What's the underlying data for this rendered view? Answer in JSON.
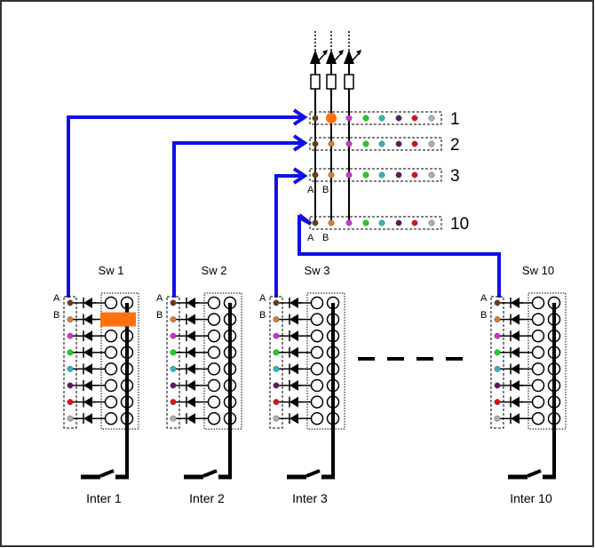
{
  "diagram": {
    "title": "LED matrix switching diagram",
    "colors": {
      "bus": "#1010e8",
      "wire": "#000000",
      "highlight": "#ff7010",
      "background": "#ffffff",
      "border": "#333333"
    },
    "led_colors": [
      {
        "name": "brown",
        "hex": "#6b3a1e"
      },
      {
        "name": "orange",
        "hex": "#e87722"
      },
      {
        "name": "magenta",
        "hex": "#d030d0"
      },
      {
        "name": "green",
        "hex": "#20d020"
      },
      {
        "name": "cyan",
        "hex": "#30b8b8"
      },
      {
        "name": "purple",
        "hex": "#601860"
      },
      {
        "name": "red",
        "hex": "#e01010"
      },
      {
        "name": "grey",
        "hex": "#b0b0b0"
      }
    ],
    "rows": [
      {
        "label": "1",
        "highlight_index": 1,
        "show_ab": false
      },
      {
        "label": "2",
        "highlight_index": null,
        "show_ab": false
      },
      {
        "label": "3",
        "highlight_index": null,
        "show_ab": true
      },
      {
        "label": "10",
        "highlight_index": null,
        "show_ab": true
      }
    ],
    "row_ab_labels": {
      "a": "A",
      "b": "B"
    },
    "switches": [
      {
        "label": "Sw 1",
        "inter_label": "Inter 1",
        "row_target": "1",
        "highlighted_channel": 1
      },
      {
        "label": "Sw 2",
        "inter_label": "Inter 2",
        "row_target": "2",
        "highlighted_channel": null
      },
      {
        "label": "Sw 3",
        "inter_label": "Inter 3",
        "row_target": "3",
        "highlighted_channel": null
      },
      {
        "label": "Sw 10",
        "inter_label": "Inter 10",
        "row_target": "10",
        "highlighted_channel": null
      }
    ],
    "switch_ab_labels": {
      "a": "A",
      "b": "B"
    },
    "channel_count": 8,
    "output_count": 3,
    "ellipsis_dashes": 4
  }
}
